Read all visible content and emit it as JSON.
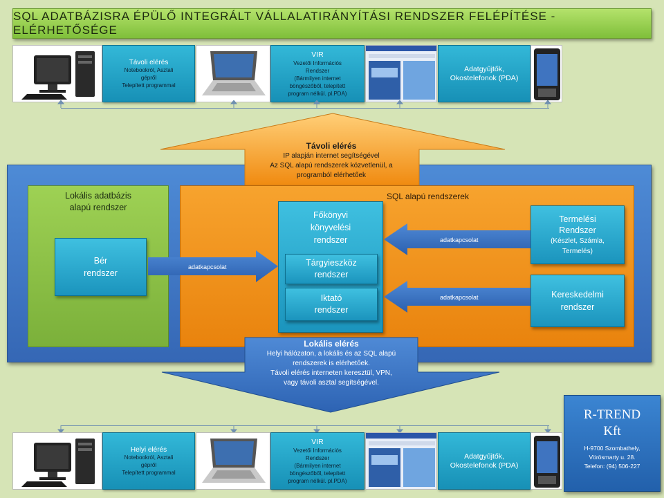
{
  "title": "SQL  ADATBÁZISRA  ÉPÜLŐ  INTEGRÁLT  VÁLLALATIRÁNYÍTÁSI  RENDSZER  FELÉPÍTÉSE  - ELÉRHETŐSÉGE",
  "top_row": {
    "remote_access": {
      "title": "Távoli elérés",
      "lines": [
        "Notebookról, Asztali",
        "gépről",
        "Telepített programmal"
      ]
    },
    "vir": {
      "title": "VIR",
      "lines": [
        "Vezetői Információs",
        "Rendszer",
        "(Bármilyen internet",
        "böngészőből, telepített",
        "program nélkül. pl.PDA)"
      ]
    },
    "collectors": {
      "lines": [
        "Adatgyűjtők,",
        "Okostelefonok (PDA)"
      ]
    }
  },
  "bottom_row": {
    "local_access": {
      "title": "Helyi elérés",
      "lines": [
        "Notebookról, Asztali",
        "gépről",
        "Telepített programmal"
      ]
    },
    "vir": {
      "title": "VIR",
      "lines": [
        "Vezetői Információs",
        "Rendszer",
        "(Bármilyen internet",
        "böngészőből, telepített",
        "program nélkül. pl.PDA)"
      ]
    },
    "collectors": {
      "lines": [
        "Adatgyűjtők,",
        "Okostelefonok (PDA)"
      ]
    }
  },
  "remote_arrow": {
    "title": "Távoli elérés",
    "lines": [
      "IP alapján internet segítségével",
      "Az SQL alapú rendszerek közvetlenül, a",
      "programból elérhetőek"
    ]
  },
  "local_arrow": {
    "title": "Lokális elérés",
    "lines": [
      "Helyi hálózaton,  a lokális és az SQL alapú",
      "rendszerek is elérhetőek.",
      "Távoli elérés interneten keresztül, VPN,",
      "vagy távoli asztal  segítségével."
    ]
  },
  "local_db": {
    "lines": [
      "Lokális adatbázis",
      "alapú rendszer"
    ]
  },
  "sql_systems": {
    "label": "SQL alapú rendszerek"
  },
  "ber": {
    "lines": [
      "Bér",
      "rendszer"
    ]
  },
  "fokonyvi": {
    "lines": [
      "Főkönyvi",
      "könyvelési",
      "rendszer"
    ]
  },
  "targyi": {
    "lines": [
      "Tárgyieszköz",
      "rendszer"
    ]
  },
  "iktato": {
    "lines": [
      "Iktató",
      "rendszer"
    ]
  },
  "termelesi": {
    "lines": [
      "Termelési",
      "Rendszer"
    ],
    "sub": [
      "(Készlet, Számla,",
      "Termelés)"
    ]
  },
  "kereskedelmi": {
    "lines": [
      "Kereskedelmi",
      "rendszer"
    ]
  },
  "links": {
    "ber_to_sql": "adatkapcsolat",
    "termelesi_to_sql": "adatkapcsolat",
    "kereskedelmi_to_sql": "adatkapcsolat"
  },
  "company": {
    "name1": "R-TREND",
    "name2": "Kft",
    "address1": "H-9700 Szombathely,",
    "address2": "Vörösmarty u. 28.",
    "phone": "Telefon: (94) 506-227"
  }
}
